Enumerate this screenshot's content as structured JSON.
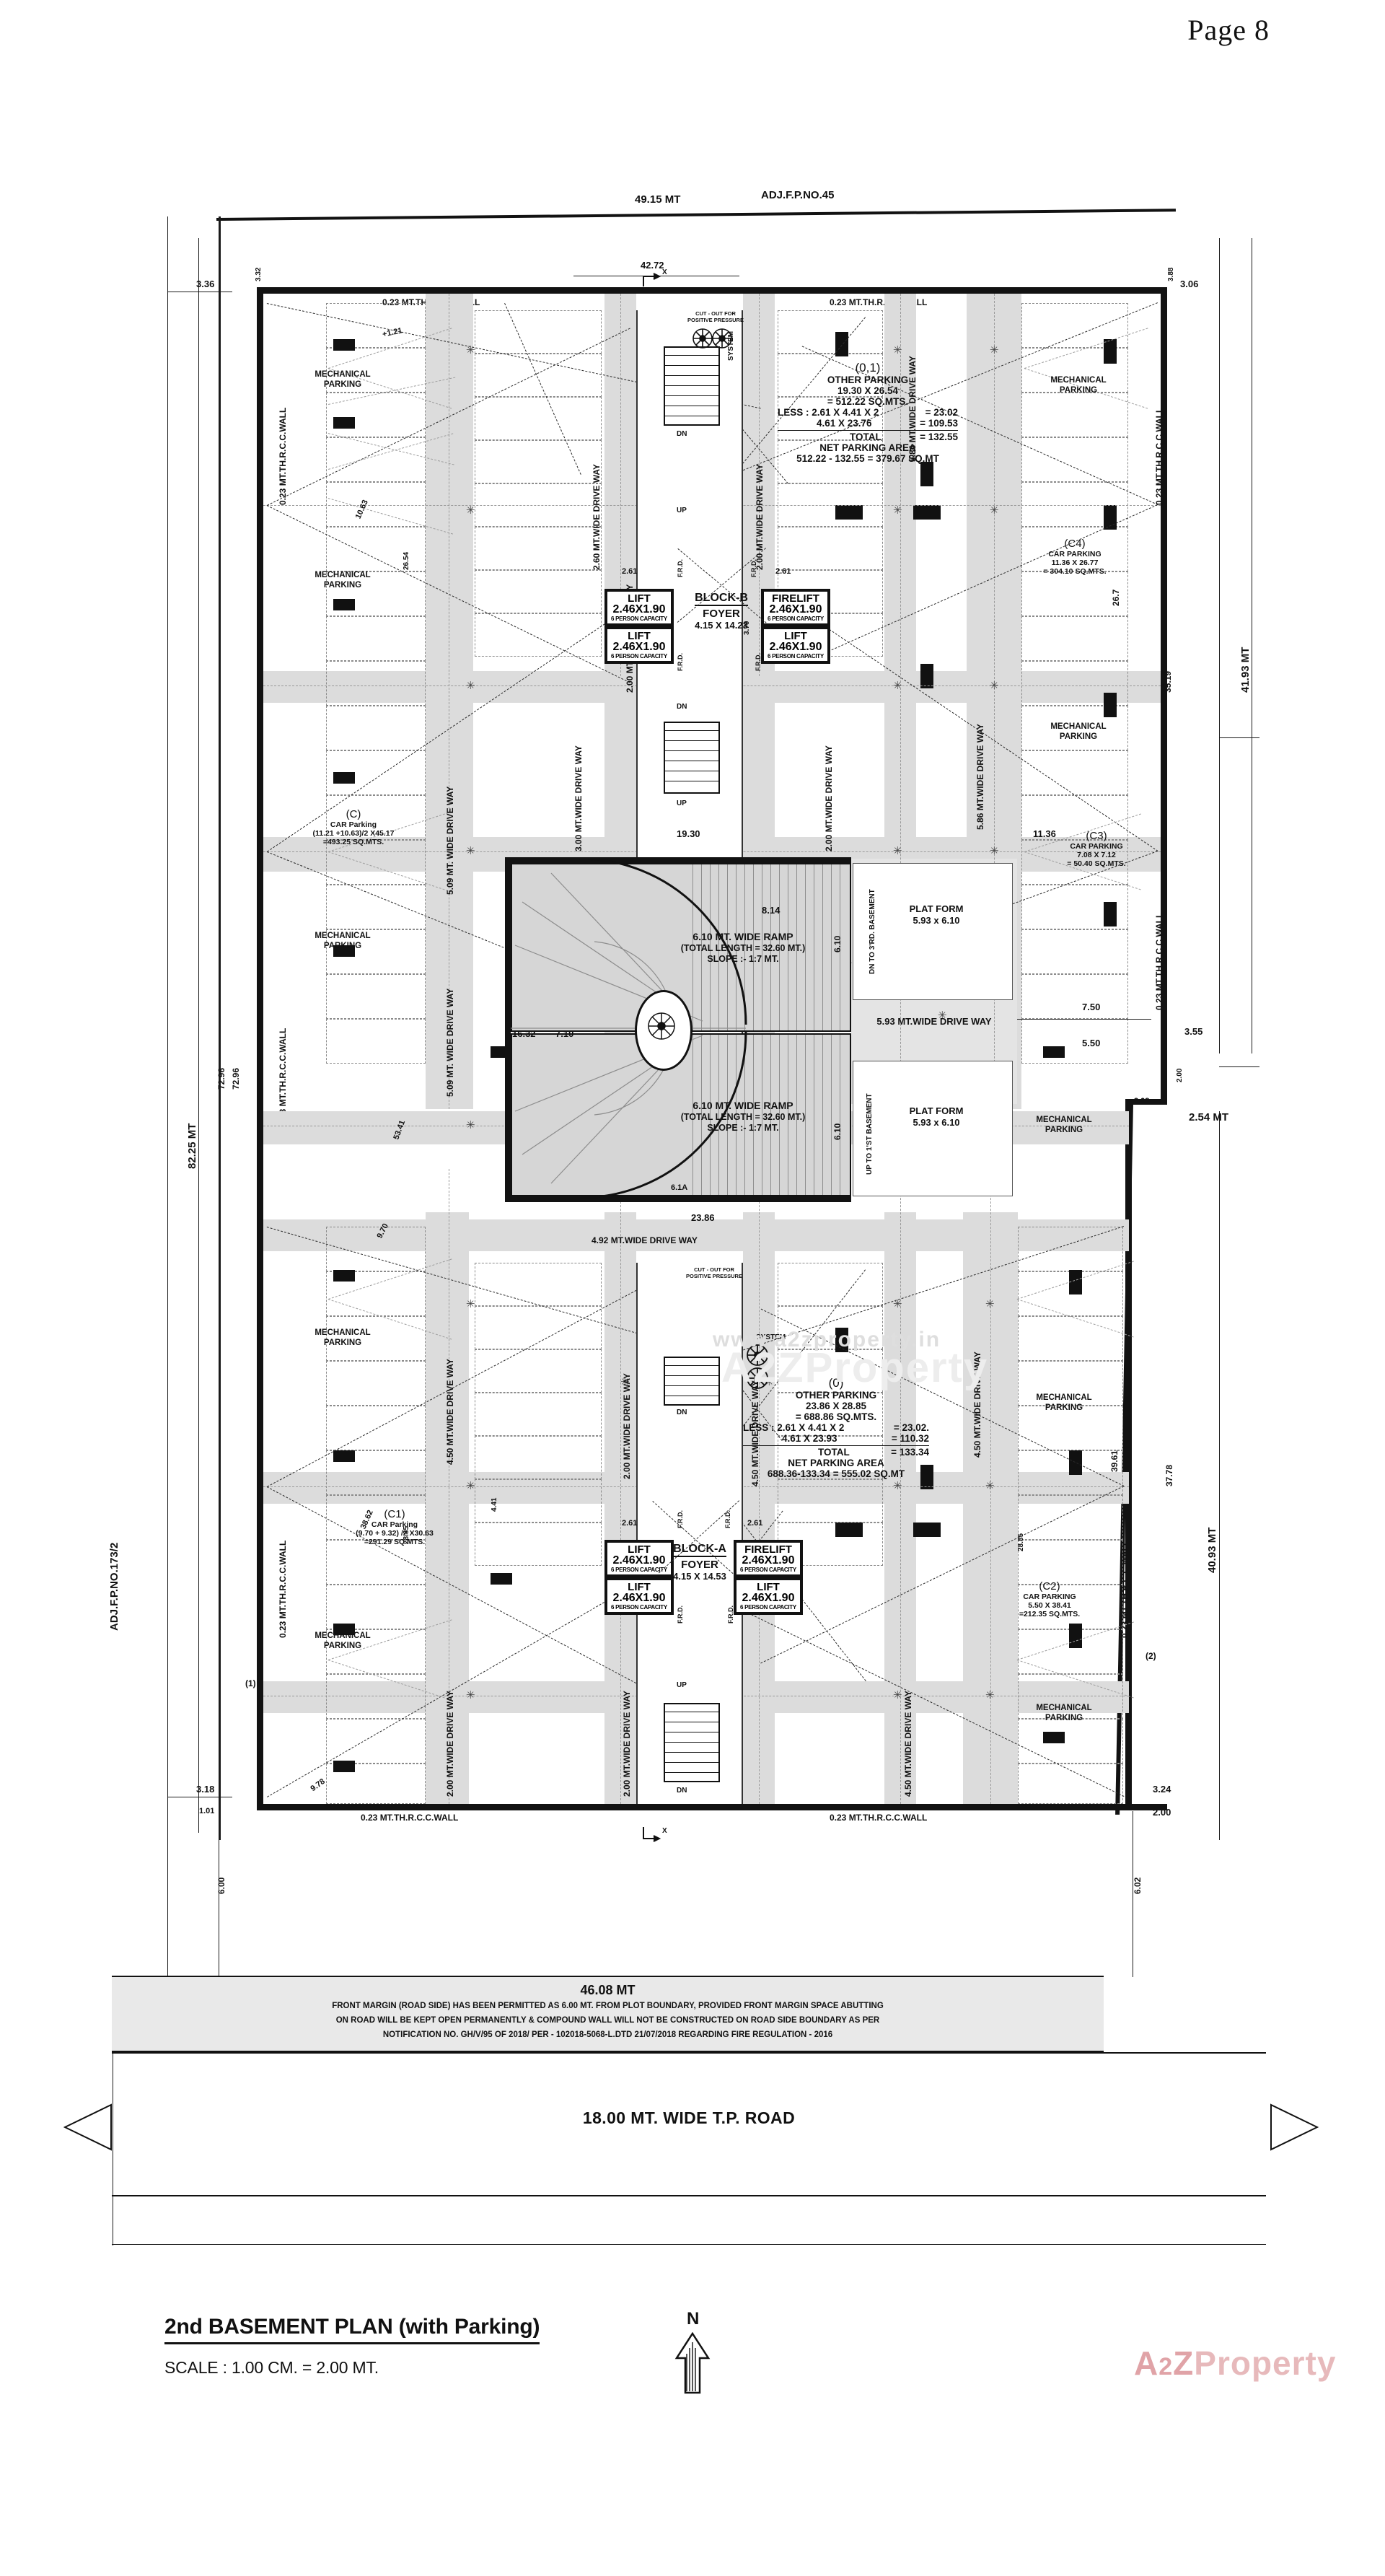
{
  "page": {
    "number": "Page 8"
  },
  "title_block": {
    "title": "2nd BASEMENT PLAN (with Parking)",
    "scale": "SCALE : 1.00 CM. = 2.00 MT.",
    "north_label": "N",
    "north_icon": "north-arrow-icon"
  },
  "road": {
    "label": "18.00 MT. WIDE T.P. ROAD",
    "front_dimension": "46.08 MT"
  },
  "note": {
    "line1": "FRONT MARGIN (ROAD SIDE) HAS BEEN PERMITTED AS 6.00 MT. FROM PLOT BOUNDARY, PROVIDED FRONT MARGIN SPACE ABUTTING",
    "line2": "ON ROAD WILL BE KEPT OPEN PERMANENTLY & COMPOUND WALL WILL NOT BE CONSTRUCTED ON ROAD SIDE BOUNDARY AS PER",
    "line3": "NOTIFICATION NO. GH/V/95 OF 2018/ PER - 102018-5068-L.DTD 21/07/2018 REGARDING FIRE REGULATION - 2016"
  },
  "plot_boundary": {
    "top_dimension": "49.15 MT",
    "top_adjacent": "ADJ.F.P.NO.45",
    "left_dimension": "82.25 MT",
    "left_inner": "72.96",
    "left_inner2": "72.96",
    "left_adjacent": "ADJ.F.P.NO.173/2",
    "right_top_dimension": "41.93 MT",
    "right_bottom_dimension": "40.93 MT",
    "right_offset": "2.54 MT"
  },
  "walls": {
    "label": "0.23 MT.TH.R.C.C.WALL"
  },
  "corner_offsets": {
    "tl_out": "3.36",
    "tl_in": "3.32",
    "tr_in": "3.88",
    "tr_out": "3.06",
    "bl_out": "3.18",
    "bl_in": "1.01",
    "br_out": "3.24",
    "br_in": "2.00",
    "left_bottom_vert": "6.00",
    "right_bottom_vert": "6.02",
    "mid_right_1": "3.55",
    "mid_right_2": "3.08",
    "mid_right_3": "2.00",
    "right_mid_35": "35.19",
    "right_mid_267": "26.7",
    "right_3778": "37.78",
    "right_3961": "39.61"
  },
  "building_dims": {
    "top_inner": "42.72",
    "ramp_top_width": "19.30",
    "ramp_gap": "8.14",
    "ramp_right": "6.10",
    "ramp_left": "7.10",
    "ramp_left_b": "16.32",
    "mid_drive": "23.86",
    "right_1136": "11.36",
    "right_750": "7.50",
    "right_550": "5.50",
    "left_dim_plus": "+1.21",
    "l_2654": "26.54",
    "l_2885": "28.85",
    "l_2885b": "28.85",
    "stall_261": "2.61",
    "stall_261b": "2.61",
    "col_370": "3.70",
    "col_441": "4.41",
    "diag_978": "9.78",
    "diag_1063": "10.63",
    "diag_970": "9.70",
    "diag_3862": "38.62",
    "diag_5341": "53.41"
  },
  "zones": {
    "mechanical_parking": "MECHANICAL\nPARKING",
    "mechanical_label_1": "MECHANICAL",
    "mechanical_label_2": "PARKING",
    "driveways": [
      "5.09 MT. WIDE DRIVE WAY",
      "2.00 MT. WIDE DRIVE WAY",
      "2.60 MT.WIDE DRIVE WAY",
      "3.00 MT.WIDE DRIVE WAY",
      "2.00 MT.WIDE DRIVE WAY",
      "2.00 MT.WIDE DRIVE WAY",
      "5.86 MT.WIDE DRIVE WAY",
      "5.86 MT.WIDE DRIVE WAY",
      "5.09 MT. WIDE DRIVE WAY",
      "4.50 MT.WIDE DRIVE WAY",
      "2.00 MT.WIDE DRIVE WAY",
      "2.00 MT.WIDE DRIVE WAY",
      "2.00 MT.WIDE DRIVE WAY",
      "4.50 MT.WIDE DRIVE WAY",
      "4.50 MT.WIDE DRIVE WAY",
      "4.92 MT.WIDE DRIVE WAY",
      "5.93 MT.WIDE DRIVE WAY",
      "2.00 MT.WIDE DRIVE WAY",
      "4.50 MT.WIDE DRIVE WAY"
    ]
  },
  "parking_calcs": [
    {
      "code": "(0,1)",
      "label": "OTHER PARKING",
      "dims": "19.30 X 26.54",
      "area": "= 512.22 SQ.MTS.",
      "less1_label": "LESS : 2.61 X 4.41 X 2",
      "less1_value": "= 23.02",
      "less2_label": "4.61 X 23.76",
      "less2_value": "= 109.53",
      "total_label": "TOTAL",
      "total_value": "= 132.55",
      "net_label": "NET PARKING AREA",
      "net_calc": "512.22 - 132.55 = 379.67 SQ.MT"
    },
    {
      "code": "(0)",
      "label": "OTHER PARKING",
      "dims": "23.86 X 28.85",
      "area": "= 688.86 SQ.MTS.",
      "less1_label": "LESS : 2.61 X 4.41 X 2",
      "less1_value": "= 23.02.",
      "less2_label": "4.61 X 23.93",
      "less2_value": "= 110.32",
      "total_label": "TOTAL",
      "total_value": "= 133.34",
      "net_label": "NET PARKING AREA",
      "net_calc": "688.36-133.34 = 555.02 SQ.MT"
    }
  ],
  "car_parkings": [
    {
      "code": "(C)",
      "label": "CAR Parking",
      "dims": "(11.21 +10.63)/2 X45.17",
      "area": "=493.25 SQ.MTS."
    },
    {
      "code": "(C4)",
      "label": "CAR PARKING",
      "dims": "11.36 X 26.77",
      "area": "= 304.10 SQ.MTS."
    },
    {
      "code": "(C3)",
      "label": "CAR PARKING",
      "dims": "7.08 X 7.12",
      "area": "= 50.40 SQ.MTS."
    },
    {
      "code": "(C1)",
      "label": "CAR Parking",
      "dims": "(9.70 + 9.32) /2 X30.63",
      "area": "=291.29 SQ.MTS."
    },
    {
      "code": "(C2)",
      "label": "CAR PARKING",
      "dims": "5.50 X 38.41",
      "area": "=212.35 SQ.MTS."
    }
  ],
  "cores": [
    {
      "block": "BLOCK-B",
      "foyer_label": "FOYER",
      "foyer_dims": "4.15 X 14.23",
      "lifts": [
        {
          "name": "LIFT",
          "dims": "2.46X1.90",
          "capacity": "6 PERSON CAPACITY"
        },
        {
          "name": "LIFT",
          "dims": "2.46X1.90",
          "capacity": "6 PERSON CAPACITY"
        },
        {
          "name": "FIRELIFT",
          "dims": "2.46X1.90",
          "capacity": "6 PERSON CAPACITY"
        },
        {
          "name": "LIFT",
          "dims": "2.46X1.90",
          "capacity": "6 PERSON CAPACITY"
        }
      ],
      "stair_up": "UP",
      "stair_dn": "DN"
    },
    {
      "block": "BLOCK-A",
      "foyer_label": "FOYER",
      "foyer_dims": "4.15 X 14.53",
      "lifts": [
        {
          "name": "LIFT",
          "dims": "2.46X1.90",
          "capacity": "6 PERSON CAPACITY"
        },
        {
          "name": "LIFT",
          "dims": "2.46X1.90",
          "capacity": "6 PERSON CAPACITY"
        },
        {
          "name": "FIRELIFT",
          "dims": "2.46X1.90",
          "capacity": "6 PERSON CAPACITY"
        },
        {
          "name": "LIFT",
          "dims": "2.46X1.90",
          "capacity": "6 PERSON CAPACITY"
        }
      ],
      "stair_up": "UP",
      "stair_dn": "DN"
    }
  ],
  "ramps": [
    {
      "title": "6.10 MT. WIDE RAMP",
      "length": "(TOTAL LENGTH = 32.60 MT.)",
      "slope": "SLOPE :- 1:7 MT.",
      "direction": "DN TO 3'RD. BASEMENT"
    },
    {
      "title": "6.10 MT. WIDE RAMP",
      "length": "(TOTAL LENGTH = 32.60 MT.)",
      "slope": "SLOPE :- 1:7 MT.",
      "direction": "UP TO 1'ST BASEMENT"
    }
  ],
  "platforms": [
    {
      "label": "PLAT FORM",
      "dims": "5.93 x 6.10"
    },
    {
      "label": "PLAT FORM",
      "dims": "5.93 x 6.10"
    }
  ],
  "cutouts": [
    {
      "l1": "CUT - OUT FOR",
      "l2": "POSITIVE PRESSURE",
      "l3": "SYSTEM",
      "icon": "fan-icon"
    },
    {
      "l1": "CUT - OUT FOR",
      "l2": "POSITIVE PRESSURE",
      "l3": "SYSTEM",
      "icon": "fan-icon"
    }
  ],
  "markers": {
    "section_x1": "X",
    "section_x2": "X",
    "ref_1": "(1)",
    "ref_2": "(2)"
  },
  "frd_label": "F.R.D.",
  "watermarks": {
    "brand_a": "A",
    "brand_2": "2",
    "brand_z": "Z",
    "brand_word": "Property",
    "site": "www.a2zproperty.in"
  },
  "colors": {
    "ink": "#111111",
    "shade": "#dcdcdc",
    "grid": "#9a9a9a",
    "watermark": "#e7b9bb"
  }
}
